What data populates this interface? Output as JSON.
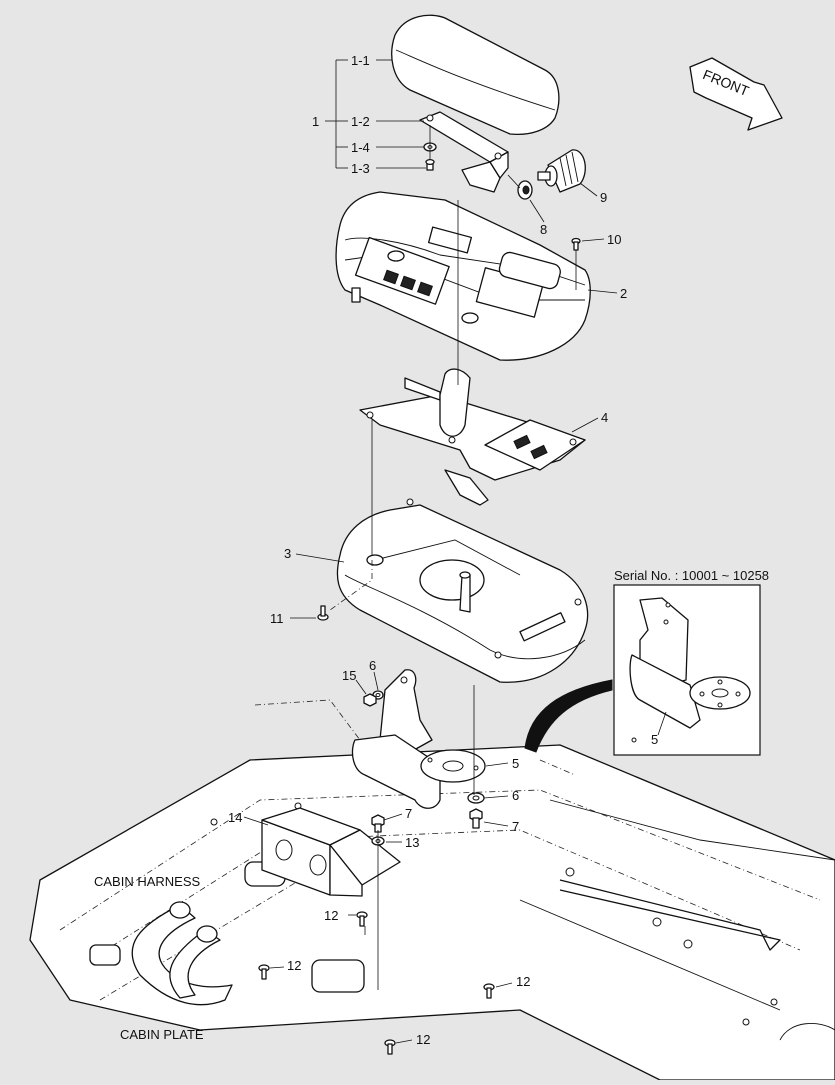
{
  "direction_label": "FRONT",
  "labels": {
    "armrest_group": "1",
    "cushion": "1-1",
    "bracket": "1-2",
    "screw_1_3": "1-3",
    "washer_1_4": "1-4",
    "upper_cover": "2",
    "lower_cover": "3",
    "switch_plate": "4",
    "mount_bracket": "5",
    "mount_bracket_inset": "5",
    "washer_6_a": "6",
    "washer_6_b": "6",
    "bolt_7_a": "7",
    "bolt_7_b": "7",
    "washer_8": "8",
    "knob_9": "9",
    "screw_10": "10",
    "screw_11": "11",
    "screw_12_a": "12",
    "screw_12_b": "12",
    "screw_12_c": "12",
    "screw_12_d": "12",
    "washer_13": "13",
    "harness_plate_14": "14",
    "nut_15": "15"
  },
  "inset": {
    "title": "Serial No. : 10001 ~ 10258"
  },
  "annotations": {
    "harness": "CABIN HARNESS",
    "plate": "CABIN PLATE"
  }
}
